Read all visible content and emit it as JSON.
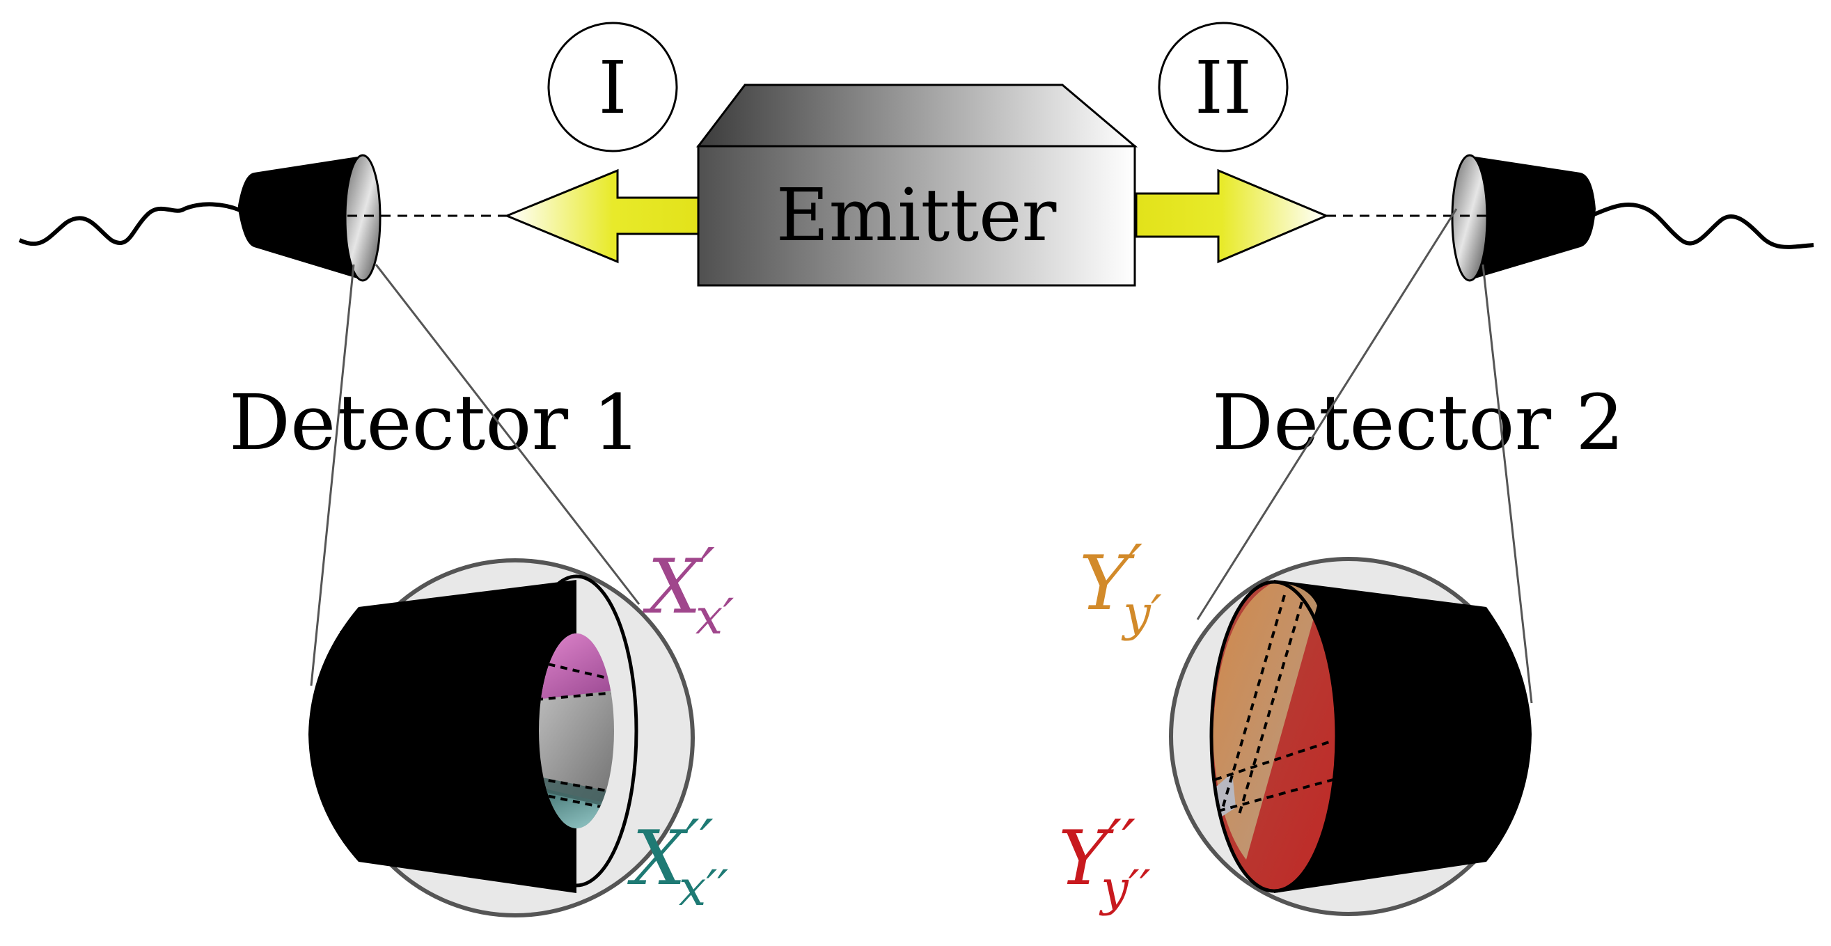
{
  "emitter": {
    "label": "Emitter"
  },
  "channels": {
    "left": "I",
    "right": "II"
  },
  "detectors": {
    "left": {
      "label": "Detector 1"
    },
    "right": {
      "label": "Detector 2"
    }
  },
  "outcomes": {
    "x_prime": {
      "main": "X",
      "mark": "′",
      "sub": "x′",
      "color": "#a0468c"
    },
    "x_double_prime": {
      "main": "X",
      "mark": "′′",
      "sub": "x′′",
      "color": "#1e7a74"
    },
    "y_prime": {
      "main": "Y",
      "mark": "′",
      "sub": "y′",
      "color": "#d28a2a"
    },
    "y_double_prime": {
      "main": "Y",
      "mark": "′′",
      "sub": "y′′",
      "color": "#c8191e"
    }
  }
}
